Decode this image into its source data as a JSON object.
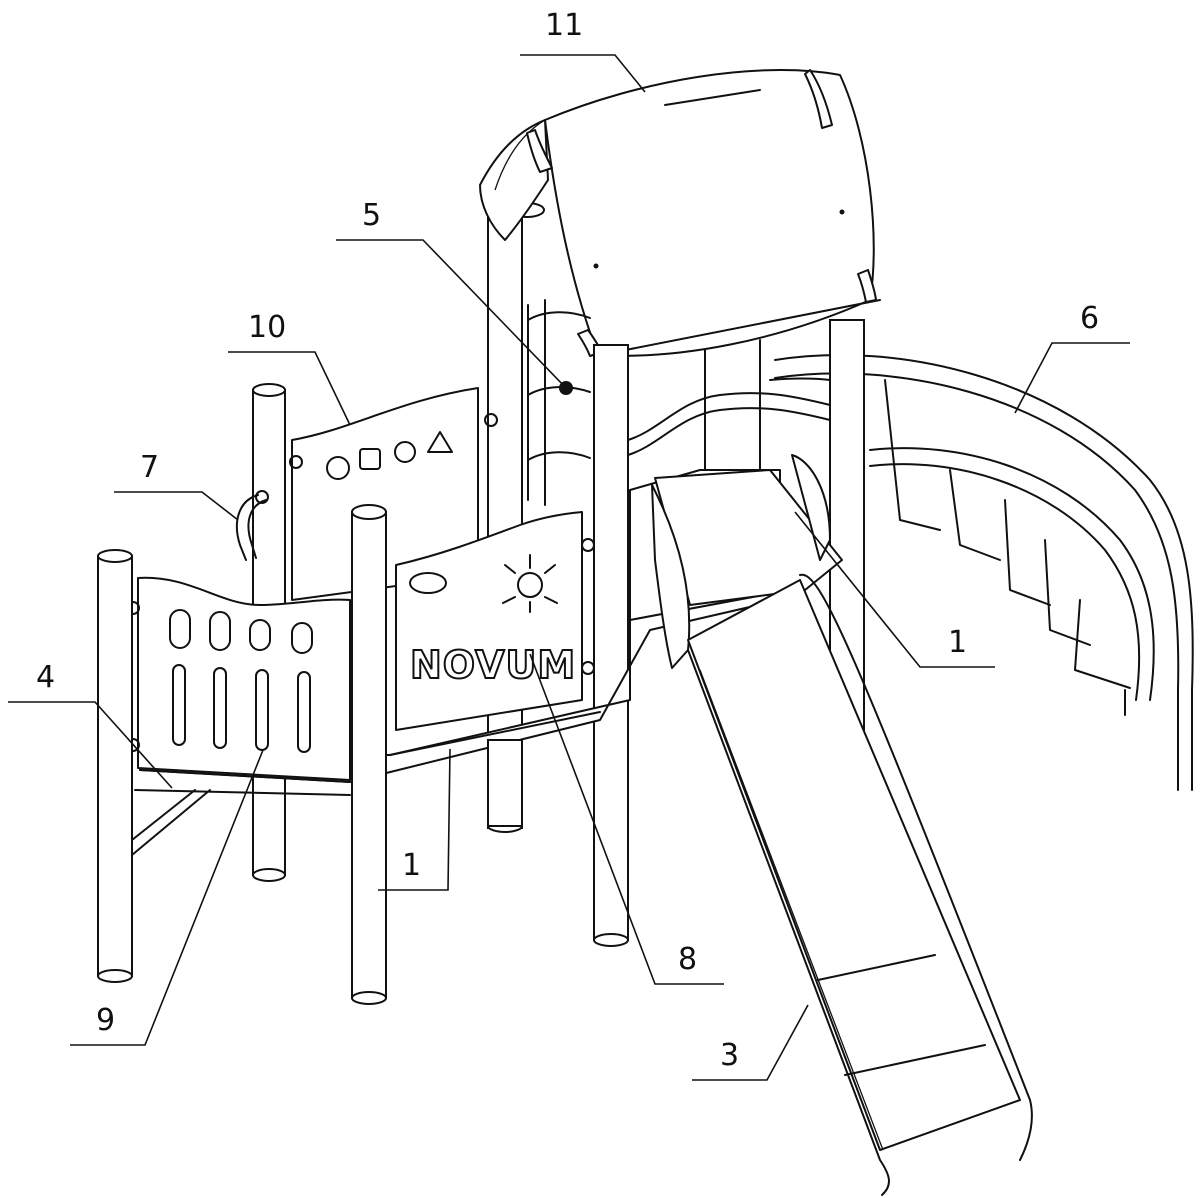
{
  "diagram": {
    "brand_text": "NOVUM",
    "callouts": {
      "c11": "11",
      "c5": "5",
      "c10": "10",
      "c6": "6",
      "c7": "7",
      "c4": "4",
      "c1_right": "1",
      "c1_center": "1",
      "c8": "8",
      "c9": "9",
      "c3": "3"
    }
  }
}
